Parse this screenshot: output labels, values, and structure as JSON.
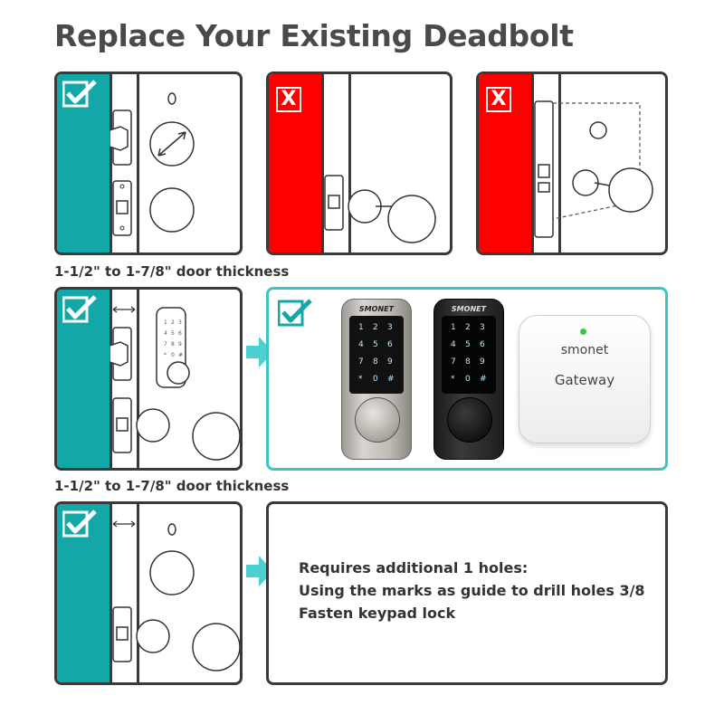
{
  "title": "Replace Your Existing Deadbolt",
  "captions": {
    "thickness_1": "1-1/2\" to 1-7/8\" door thickness",
    "thickness_2": "1-1/2\" to 1-7/8\" door thickness"
  },
  "badges": {
    "x_mark": "X"
  },
  "products": {
    "lock_brand_1": "SMONET",
    "lock_brand_2": "SMONET",
    "gateway_brand": "smonet",
    "gateway_label": "Gateway",
    "keypad_keys": [
      "1",
      "2",
      "3",
      "4",
      "5",
      "6",
      "7",
      "8",
      "9",
      "*",
      "0",
      "#"
    ]
  },
  "instructions": {
    "line1": "Requires additional 1 holes:",
    "line2": "Using the marks as guide to drill holes 3/8",
    "line3": "Fasten keypad lock"
  },
  "colors": {
    "teal": "#14a7a7",
    "red": "#ff0000",
    "border": "#3a3a3a",
    "arrow": "#4dd0d0"
  }
}
